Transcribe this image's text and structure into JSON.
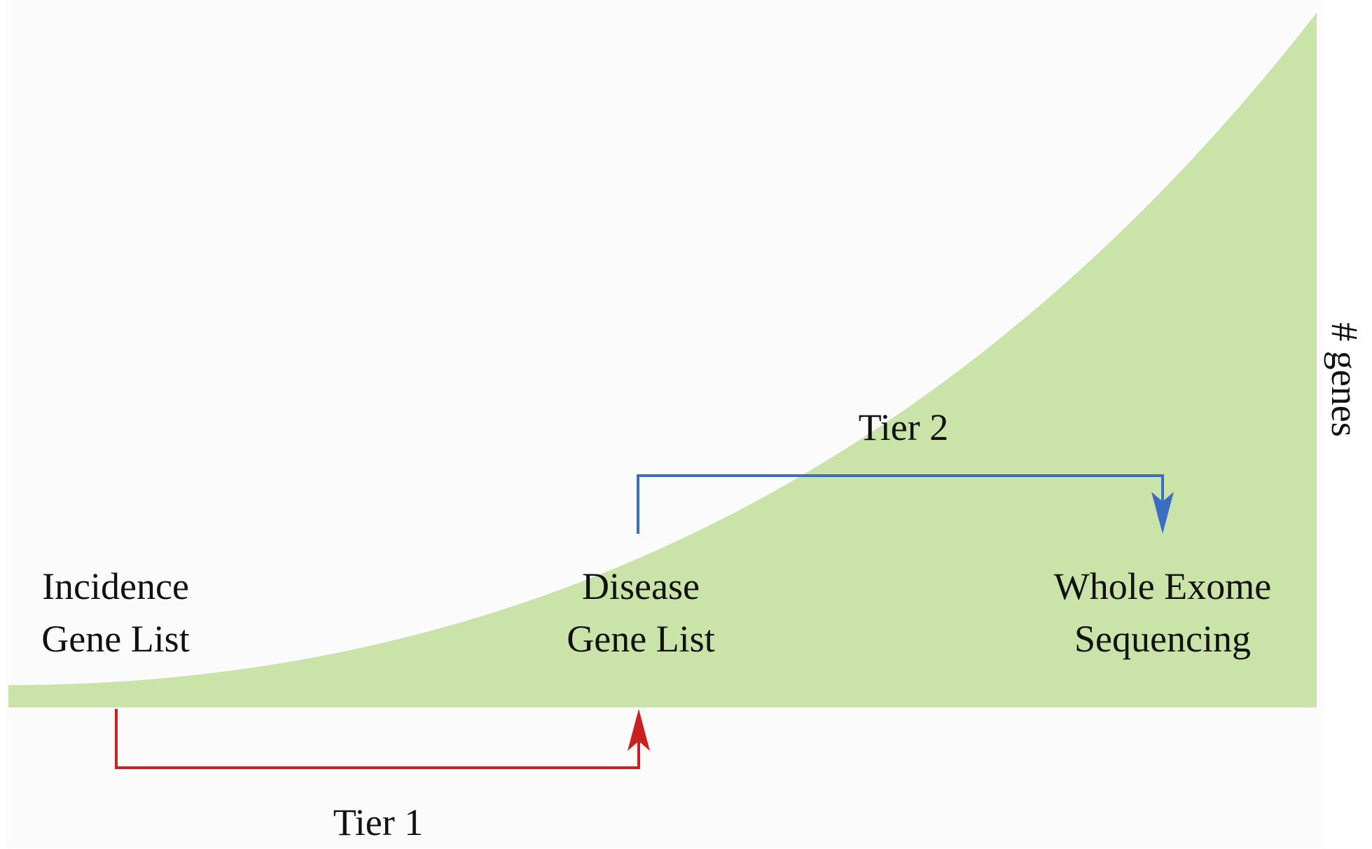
{
  "colors": {
    "area_fill": "#c9e3a9",
    "background": "#fbfbfb",
    "tier1_arrow": "#cc1f1f",
    "tier2_arrow": "#3b6ec2",
    "text": "#111111"
  },
  "labels": {
    "incidence": [
      "Incidence",
      "Gene List"
    ],
    "disease": [
      "Disease",
      "Gene List"
    ],
    "whole_exome": [
      "Whole Exome",
      "Sequencing"
    ],
    "tier1": "Tier 1",
    "tier2": "Tier 2",
    "axis": "# genes"
  }
}
